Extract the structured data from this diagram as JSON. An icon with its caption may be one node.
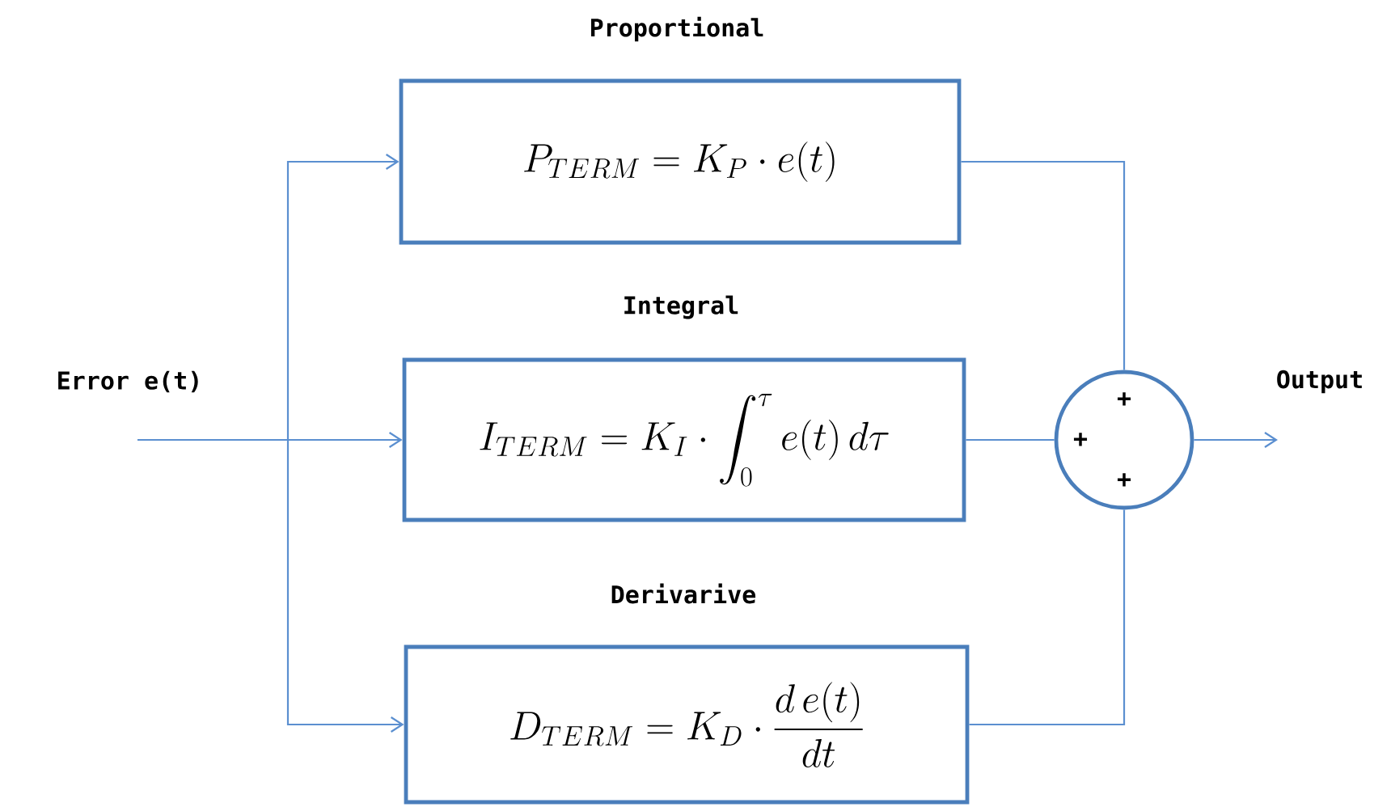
{
  "diagram": {
    "nodes": [
      {
        "text": [
          "Proportional",
          "P_{TERM} = K_P \\cdot e(t)"
        ]
      },
      {
        "text": [
          "Integral",
          "I_{TERM} = K_I \\cdot \\int_0^{\\tau} e(t)\\, d\\tau"
        ]
      },
      {
        "text": [
          "Derivarive",
          "D_{TERM} = K_D \\cdot \\frac{d\\, e(t)}{dt}"
        ]
      },
      {
        "text": [
          "+",
          "+",
          "+"
        ]
      }
    ],
    "edges": [
      {
        "from": null,
        "to": 0,
        "arrow": "to"
      },
      {
        "from": null,
        "to": 1,
        "arrow": "to"
      },
      {
        "from": null,
        "to": 2,
        "arrow": "to"
      },
      {
        "from": 0,
        "to": 3,
        "arrow": "none"
      },
      {
        "from": 1,
        "to": 3,
        "arrow": "none"
      },
      {
        "from": 2,
        "to": 3,
        "arrow": "none"
      },
      {
        "from": 3,
        "to": null,
        "arrow": "to"
      }
    ],
    "labels": [
      "Error e(t)",
      "Output"
    ]
  }
}
